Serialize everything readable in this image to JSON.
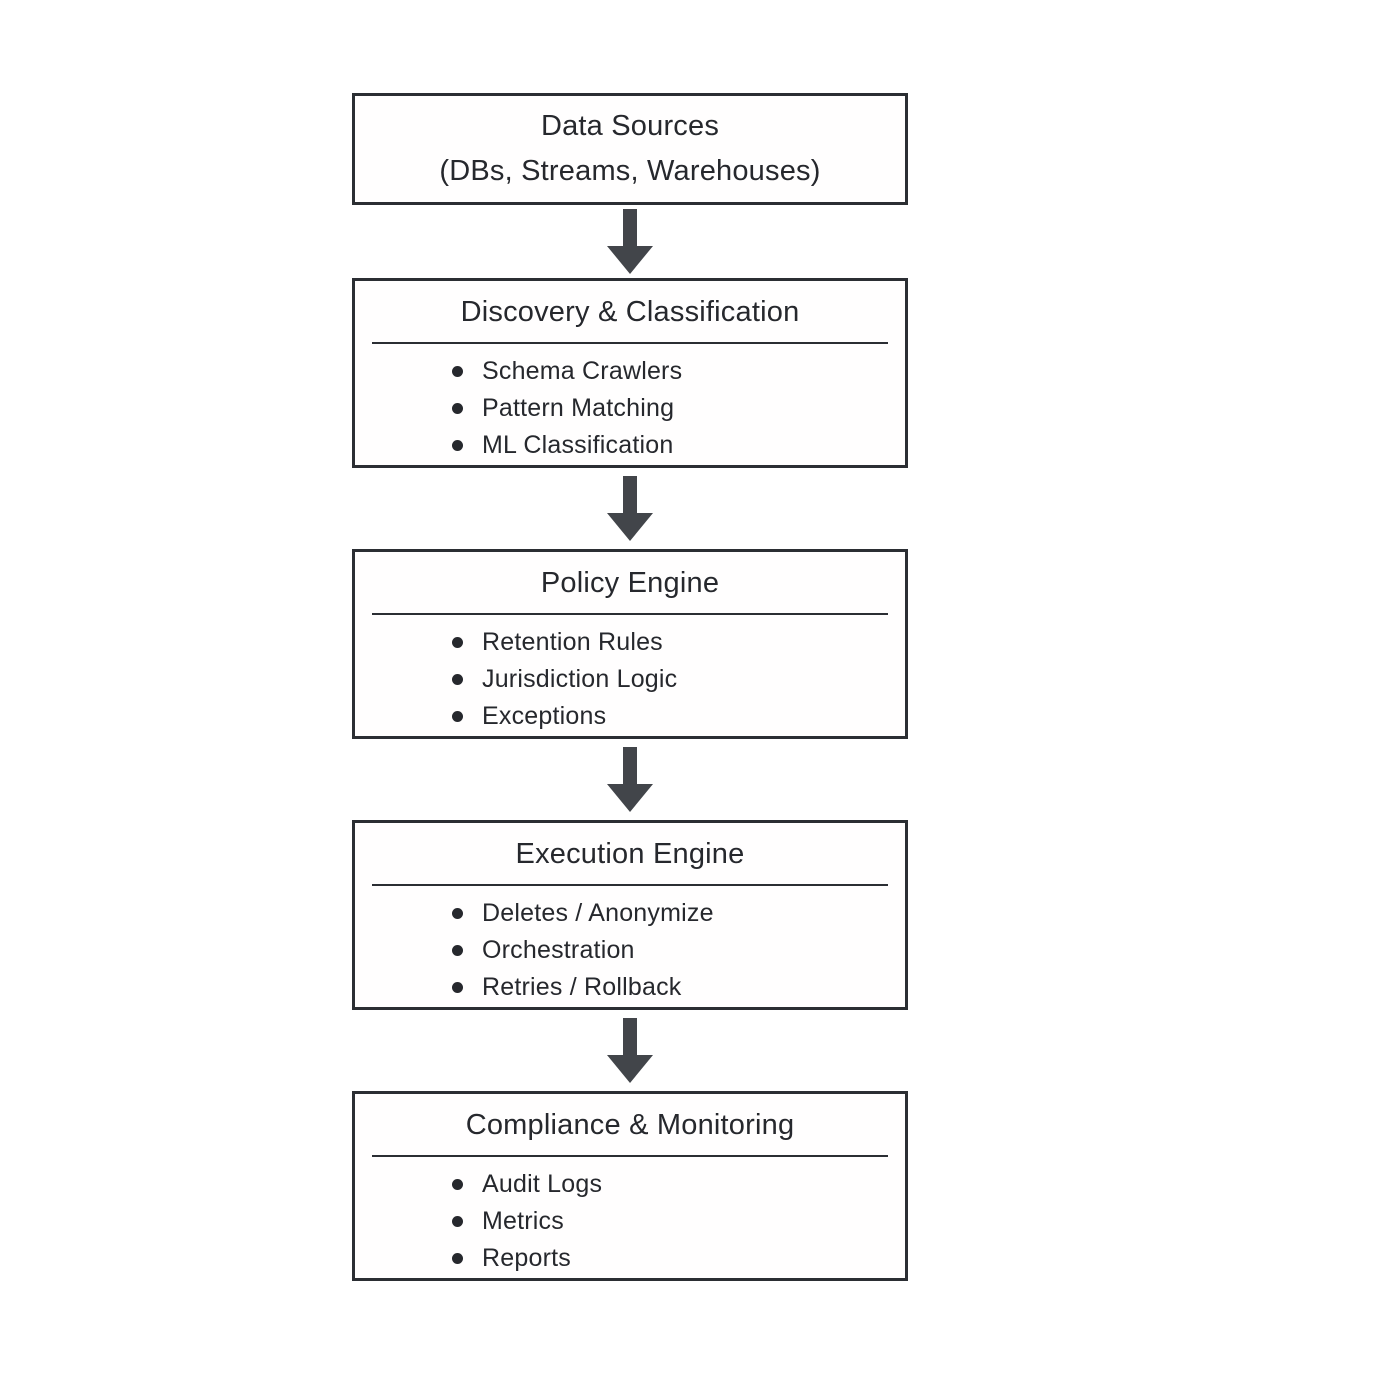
{
  "colors": {
    "border": "#2b2e33",
    "text": "#26282d",
    "arrow": "#42454a",
    "background": "#ffffff"
  },
  "boxes": [
    {
      "name": "data-sources",
      "title_lines": [
        "Data Sources",
        "(DBs, Streams, Warehouses)"
      ],
      "items": []
    },
    {
      "name": "discovery-classification",
      "title": "Discovery & Classification",
      "items": [
        "Schema Crawlers",
        "Pattern Matching",
        "ML Classification"
      ]
    },
    {
      "name": "policy-engine",
      "title": "Policy Engine",
      "items": [
        "Retention Rules",
        "Jurisdiction Logic",
        "Exceptions"
      ]
    },
    {
      "name": "execution-engine",
      "title": "Execution Engine",
      "items": [
        "Deletes / Anonymize",
        "Orchestration",
        "Retries / Rollback"
      ]
    },
    {
      "name": "compliance-monitoring",
      "title": "Compliance & Monitoring",
      "items": [
        "Audit Logs",
        "Metrics",
        "Reports"
      ]
    }
  ],
  "connections": [
    {
      "from": "data-sources",
      "to": "discovery-classification"
    },
    {
      "from": "discovery-classification",
      "to": "policy-engine"
    },
    {
      "from": "policy-engine",
      "to": "execution-engine"
    },
    {
      "from": "execution-engine",
      "to": "compliance-monitoring"
    }
  ]
}
